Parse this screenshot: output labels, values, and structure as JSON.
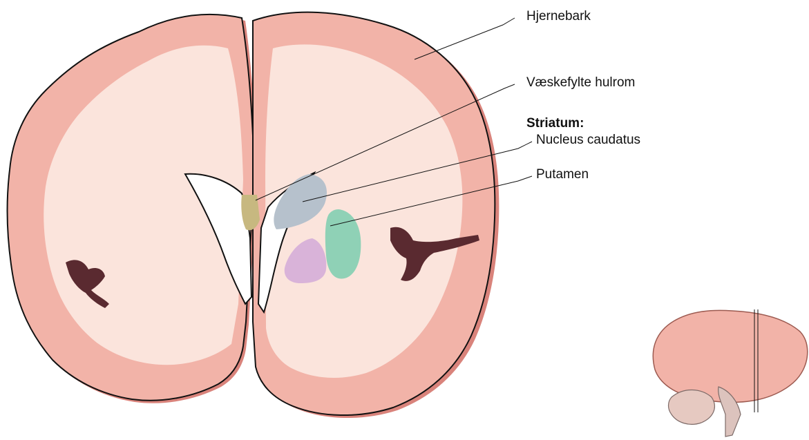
{
  "labels": {
    "cortex": "Hjernebark",
    "ventricles": "Væskefylte hulrom",
    "striatum_heading": "Striatum:",
    "caudate": "Nucleus caudatus",
    "putamen": "Putamen"
  },
  "colors": {
    "gray_matter": "#f2b3a8",
    "gray_matter_shadow": "#d9837b",
    "white_matter": "#fbe4dc",
    "outline": "#111111",
    "ventricle": "#ffffff",
    "septal_region": "#c7b880",
    "caudate": "#b6c1cc",
    "putamen": "#8fd1b6",
    "globus_pallidus": "#d9b3d9",
    "sulcus_dark": "#5a2a30",
    "leader_line": "#111111"
  }
}
